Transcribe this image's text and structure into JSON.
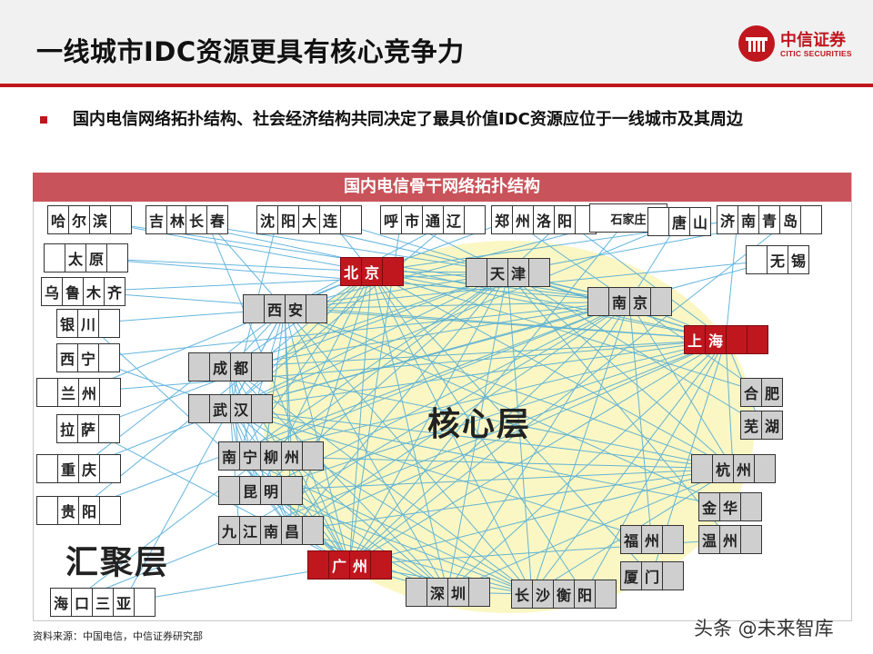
{
  "header": {
    "title": "一线城市IDC资源更具有核心竞争力",
    "logo_cn": "中信证券",
    "logo_en": "CITIC SECURITIES"
  },
  "bullet": "国内电信网络拓扑结构、社会经济结构共同决定了最具价值IDC资源应位于一线城市及其周边",
  "diagram": {
    "banner": "国内电信骨干网络拓扑结构",
    "core_label": "核心层",
    "agg_label": "汇聚层",
    "nodes": {
      "beijing": [
        "北",
        "京"
      ],
      "tianjin": [
        "天",
        "津"
      ],
      "nanjing": [
        "南",
        "京"
      ],
      "shanghai": [
        "上",
        "海"
      ],
      "xian": [
        "西",
        "安"
      ],
      "chengdu": [
        "成",
        "都"
      ],
      "wuhan": [
        "武",
        "汉"
      ],
      "guangzhou": [
        "广",
        "州"
      ],
      "shenzhen": [
        "深",
        "圳"
      ],
      "changsha": [
        "长",
        "沙"
      ],
      "hengyang": [
        "衡",
        "阳"
      ],
      "nanning": [
        "南",
        "宁"
      ],
      "liuzhou": [
        "柳",
        "州"
      ],
      "kunming": [
        "昆",
        "明"
      ],
      "jiujiang": [
        "九",
        "江"
      ],
      "nanchang": [
        "南",
        "昌"
      ],
      "fuzhou": [
        "福",
        "州"
      ],
      "xiamen": [
        "厦",
        "门"
      ],
      "wenzhou": [
        "温",
        "州"
      ],
      "jinhua": [
        "金",
        "华"
      ],
      "hangzhou": [
        "杭",
        "州"
      ],
      "hefei": [
        "合",
        "肥"
      ],
      "wuhu": [
        "芜",
        "湖"
      ],
      "wuxi": [
        "无",
        "锡"
      ],
      "harbin": [
        "哈",
        "尔",
        "滨"
      ],
      "jilin": [
        "吉",
        "林"
      ],
      "changchun": [
        "长",
        "春"
      ],
      "shenyang": [
        "沈",
        "阳"
      ],
      "dalian": [
        "大",
        "连"
      ],
      "huhehaote": [
        "呼",
        "市"
      ],
      "tongliao": [
        "通",
        "辽"
      ],
      "zhengzhou": [
        "郑",
        "州"
      ],
      "luoyang": [
        "洛",
        "阳"
      ],
      "shijiazhuang": "石家庄",
      "tangshan": [
        "唐",
        "山"
      ],
      "jinan": [
        "济",
        "南"
      ],
      "qingdao": [
        "青",
        "岛"
      ],
      "taiyuan": [
        "太",
        "原"
      ],
      "urumqi": [
        "乌",
        "鲁",
        "木",
        "齐"
      ],
      "yinchuan": [
        "银",
        "川"
      ],
      "xining": [
        "西",
        "宁"
      ],
      "lanzhou": [
        "兰",
        "州"
      ],
      "lasa": [
        "拉",
        "萨"
      ],
      "chongqing": [
        "重",
        "庆"
      ],
      "guiyang": [
        "贵",
        "阳"
      ],
      "haikou": [
        "海",
        "口"
      ],
      "sanya": [
        "三",
        "亚"
      ]
    }
  },
  "source": "资料来源：中国电信，中信证券研究部",
  "watermark": "头条 @未来智库",
  "colors": {
    "accent_red": "#c0161e",
    "banner": "#c9535a",
    "link_blue": "#3ea3d6",
    "core_fill": "#fbf7c4"
  }
}
